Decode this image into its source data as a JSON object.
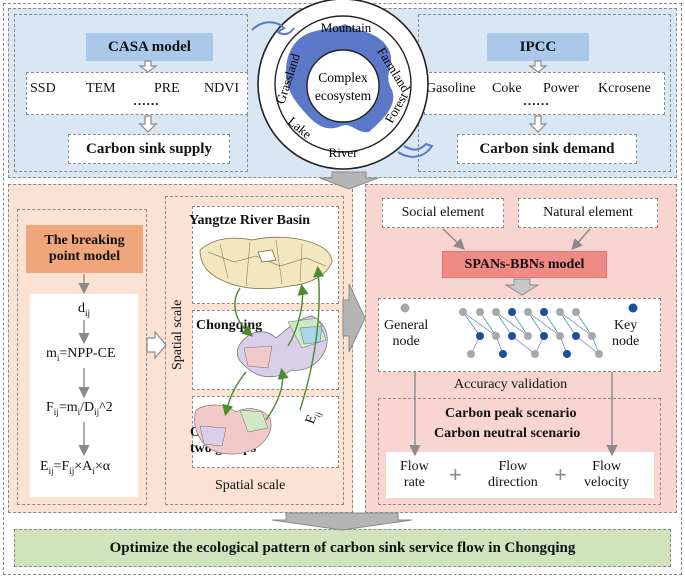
{
  "top": {
    "casa": {
      "title": "CASA model",
      "factors": [
        "SSD",
        "TEM",
        "PRE",
        "NDVI"
      ],
      "ellipsis": "……",
      "result": "Carbon sink supply"
    },
    "ipcc": {
      "title": "IPCC",
      "factors": [
        "Gasoline",
        "Coke",
        "Power",
        "Kcrosene"
      ],
      "ellipsis": "……",
      "result": "Carbon sink demand"
    },
    "ecosystem": {
      "center_line1": "Complex",
      "center_line2": "ecosystem",
      "ring": [
        "Mountain",
        "Farmland",
        "Forest",
        "River",
        "Lake",
        "Grassland"
      ]
    }
  },
  "middle_left": {
    "title_line1": "The breaking",
    "title_line2": "point model",
    "formulas": {
      "d_main": "d",
      "d_sub": "ij",
      "m_main": "m",
      "m_sub": "i",
      "m_rest": "=NPP-CE",
      "f_main": "F",
      "f_sub": "ij",
      "f_eq": "=m",
      "f_sub2": "i",
      "f_div": "/D",
      "f_sub3": "ij",
      "f_rest": "^2",
      "e_main": "E",
      "e_sub": "ij",
      "e_eq": "=F",
      "e_sub2": "ij",
      "e_times": "×A",
      "e_sub3": "i",
      "e_rest": "×α"
    }
  },
  "middle_center": {
    "basin": "Yangtze River Basin",
    "city": "Chongqing",
    "district_line1": "One district-",
    "district_line2": "two groups",
    "flow_main": "E",
    "flow_sub": "ij",
    "axis_vertical": "Spatial scale",
    "axis_horizontal": "Spatial scale"
  },
  "middle_right": {
    "social": "Social element",
    "natural": "Natural element",
    "model": "SPANs-BBNs model",
    "general_line1": "General",
    "general_line2": "node",
    "key_line1": "Key",
    "key_line2": "node",
    "validation": "Accuracy validation",
    "scenario1": "Carbon peak scenario",
    "scenario2": "Carbon neutral scenario",
    "flow_rate_line1": "Flow",
    "flow_rate_line2": "rate",
    "flow_dir_line1": "Flow",
    "flow_dir_line2": "direction",
    "flow_vel_line1": "Flow",
    "flow_vel_line2": "velocity",
    "plus": "+"
  },
  "bottom": {
    "conclusion": "Optimize the ecological pattern of carbon sink service flow in Chongqing"
  },
  "colors": {
    "blue_band": "#d9e7f4",
    "title_blue": "#a9c8ea",
    "orange_band": "#fbe2d2",
    "title_orange": "#f0a57a",
    "pink_band": "#f9d5d2",
    "title_red": "#f08a85",
    "green_band": "#cfe4bd",
    "node_grey": "#a8a8a8",
    "node_blue": "#1e4f9a",
    "eco_blue": "#5b78c9"
  }
}
